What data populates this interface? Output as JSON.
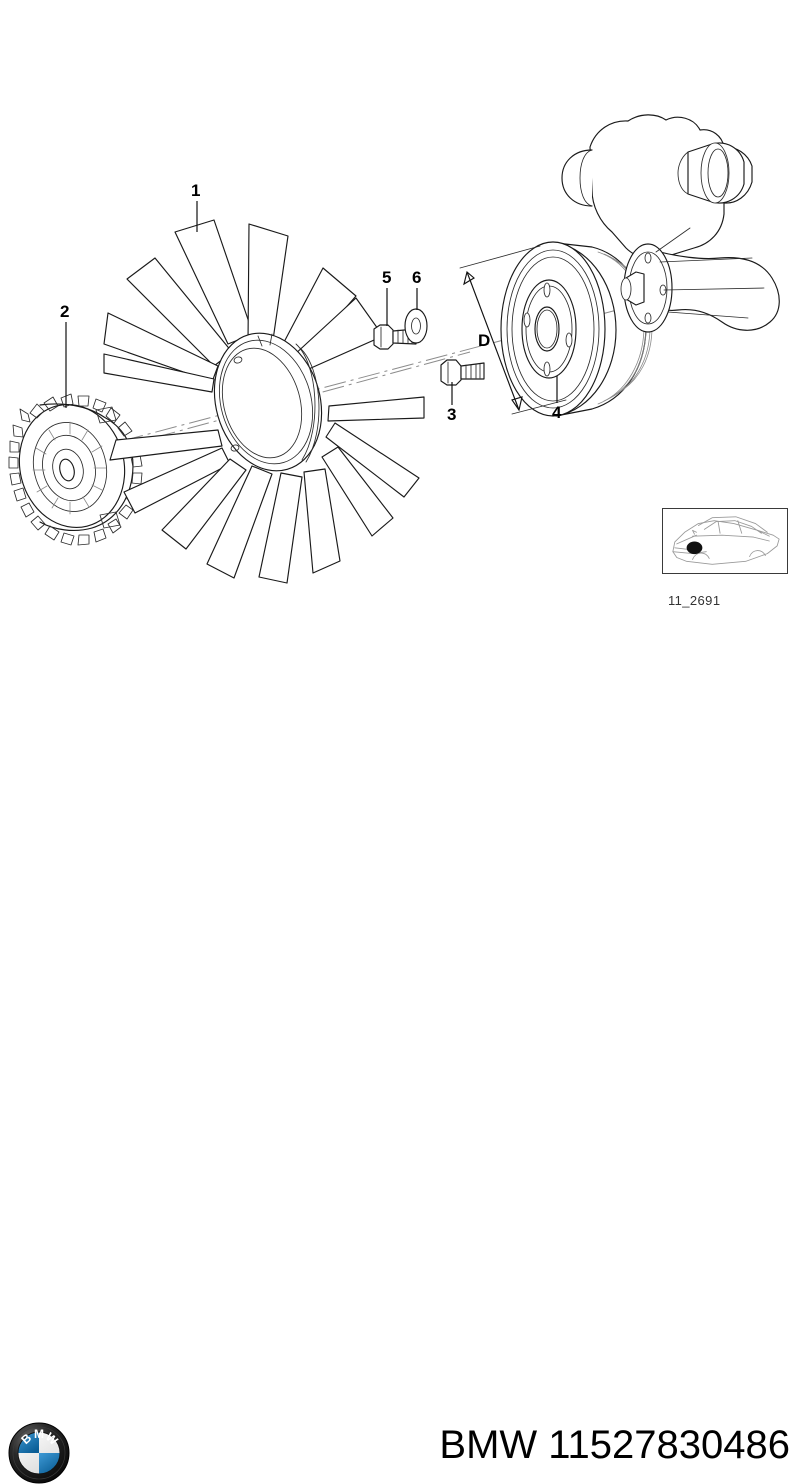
{
  "diagram": {
    "title": "BMW 11527830486",
    "background_color": "#ffffff",
    "line_color": "#1a1a1a",
    "callouts": [
      {
        "id": "1",
        "label": "1",
        "part": "fan-blade-impeller"
      },
      {
        "id": "2",
        "label": "2",
        "part": "viscous-fan-clutch"
      },
      {
        "id": "3",
        "label": "3",
        "part": "hex-bolt-lower"
      },
      {
        "id": "4",
        "label": "4",
        "part": "pulley"
      },
      {
        "id": "5",
        "label": "5",
        "part": "hex-bolt-upper"
      },
      {
        "id": "6",
        "label": "6",
        "part": "washer"
      }
    ],
    "dimension": {
      "label": "D",
      "part": "pulley-diameter"
    }
  },
  "locator": {
    "code": "11_2691",
    "vehicle": "sedan-outline",
    "marker": "engine-bay-dot"
  },
  "footer": {
    "brand": "BMW",
    "part_number": "11527830486",
    "combined": "BMW 11527830486",
    "logo": {
      "name": "bmw-roundel",
      "wordmark": "BMW",
      "ring_color": "#1b1b1b",
      "blue_color": "#0f6aa8",
      "white_color": "#f8f8f8"
    }
  }
}
